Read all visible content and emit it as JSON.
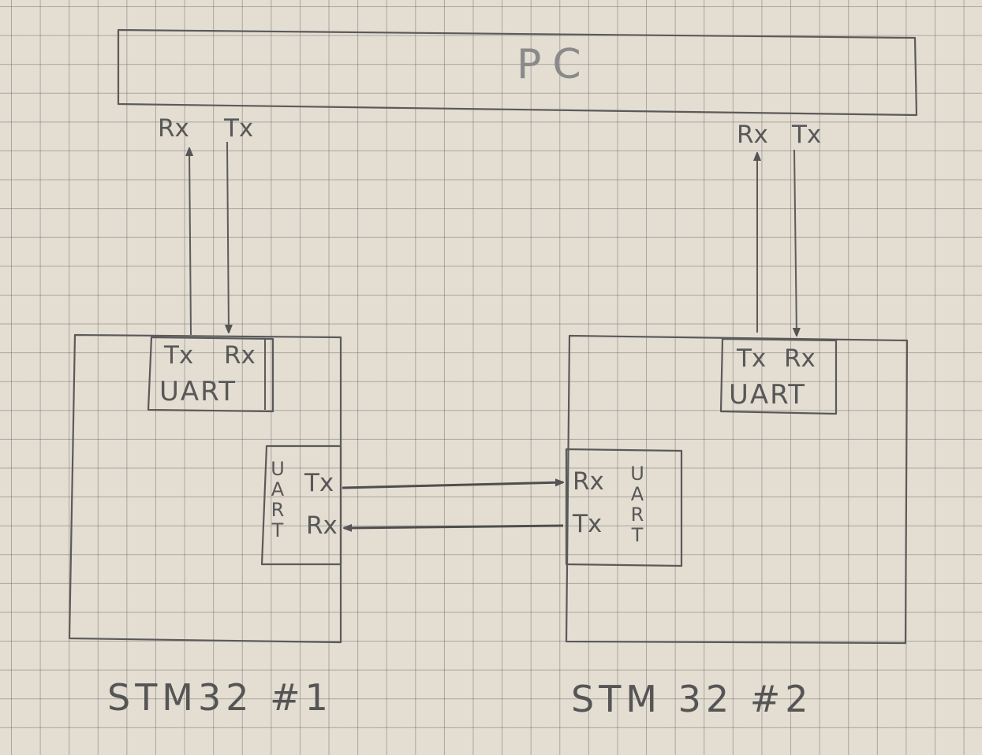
{
  "pc": {
    "label": "PC"
  },
  "pc_ports": {
    "left": {
      "rx": "Rx",
      "tx": "Tx"
    },
    "right": {
      "rx": "Rx",
      "tx": "Tx"
    }
  },
  "stm1": {
    "label": "STM32 #1",
    "uart_top": {
      "tx": "Tx",
      "rx": "Rx",
      "name": "UART"
    },
    "uart_side": {
      "name": "UART",
      "tx": "Tx",
      "rx": "Rx"
    }
  },
  "stm2": {
    "label": "STM 32 #2",
    "uart_top": {
      "tx": "Tx",
      "rx": "Rx",
      "name": "UART"
    },
    "uart_side": {
      "name": "UART",
      "rx": "Rx",
      "tx": "Tx"
    }
  },
  "colors": {
    "paper": "#e3ddd2",
    "grid": "#5a5a5a",
    "pencil": "#555555"
  }
}
